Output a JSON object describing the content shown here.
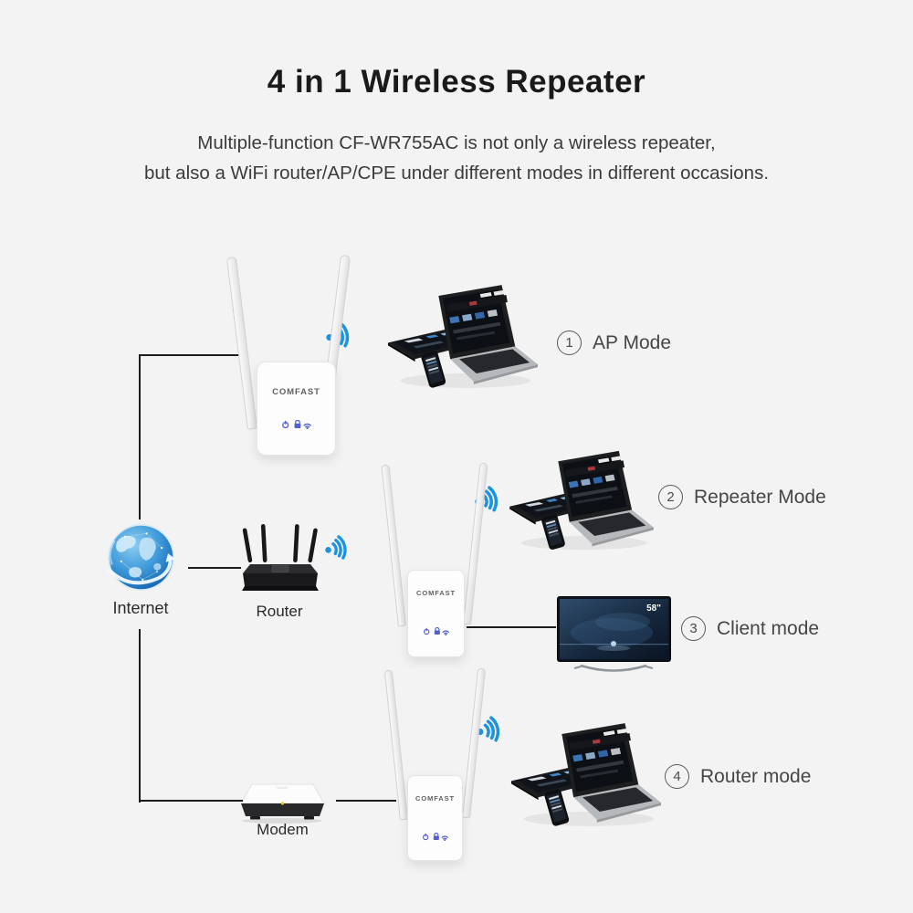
{
  "header": {
    "title": "4 in 1 Wireless Repeater",
    "subtitle_line1": "Multiple-function CF-WR755AC is not only a wireless repeater,",
    "subtitle_line2": "but also a WiFi router/AP/CPE under different modes in different occasions."
  },
  "modes": [
    {
      "number": "1",
      "label": "AP Mode"
    },
    {
      "number": "2",
      "label": "Repeater Mode"
    },
    {
      "number": "3",
      "label": "Client mode"
    },
    {
      "number": "4",
      "label": "Router mode"
    }
  ],
  "devices": {
    "internet_label": "Internet",
    "router_label": "Router",
    "modem_label": "Modem",
    "repeater_brand": "COMFAST",
    "tv_size_badge": "58\""
  },
  "icons": {
    "wifi_signal": "wifi-waves-icon",
    "repeater_leds": [
      "power",
      "wps-lock",
      "wifi"
    ]
  },
  "colors": {
    "background": "#f3f3f4",
    "wifi_blue": "#1b93dd",
    "led_blue": "#535ecf",
    "connector_line": "#1c1c1c",
    "title_text": "#1a1a1a",
    "subtitle_text": "#3b3b3b",
    "mode_label_text": "#464646"
  }
}
